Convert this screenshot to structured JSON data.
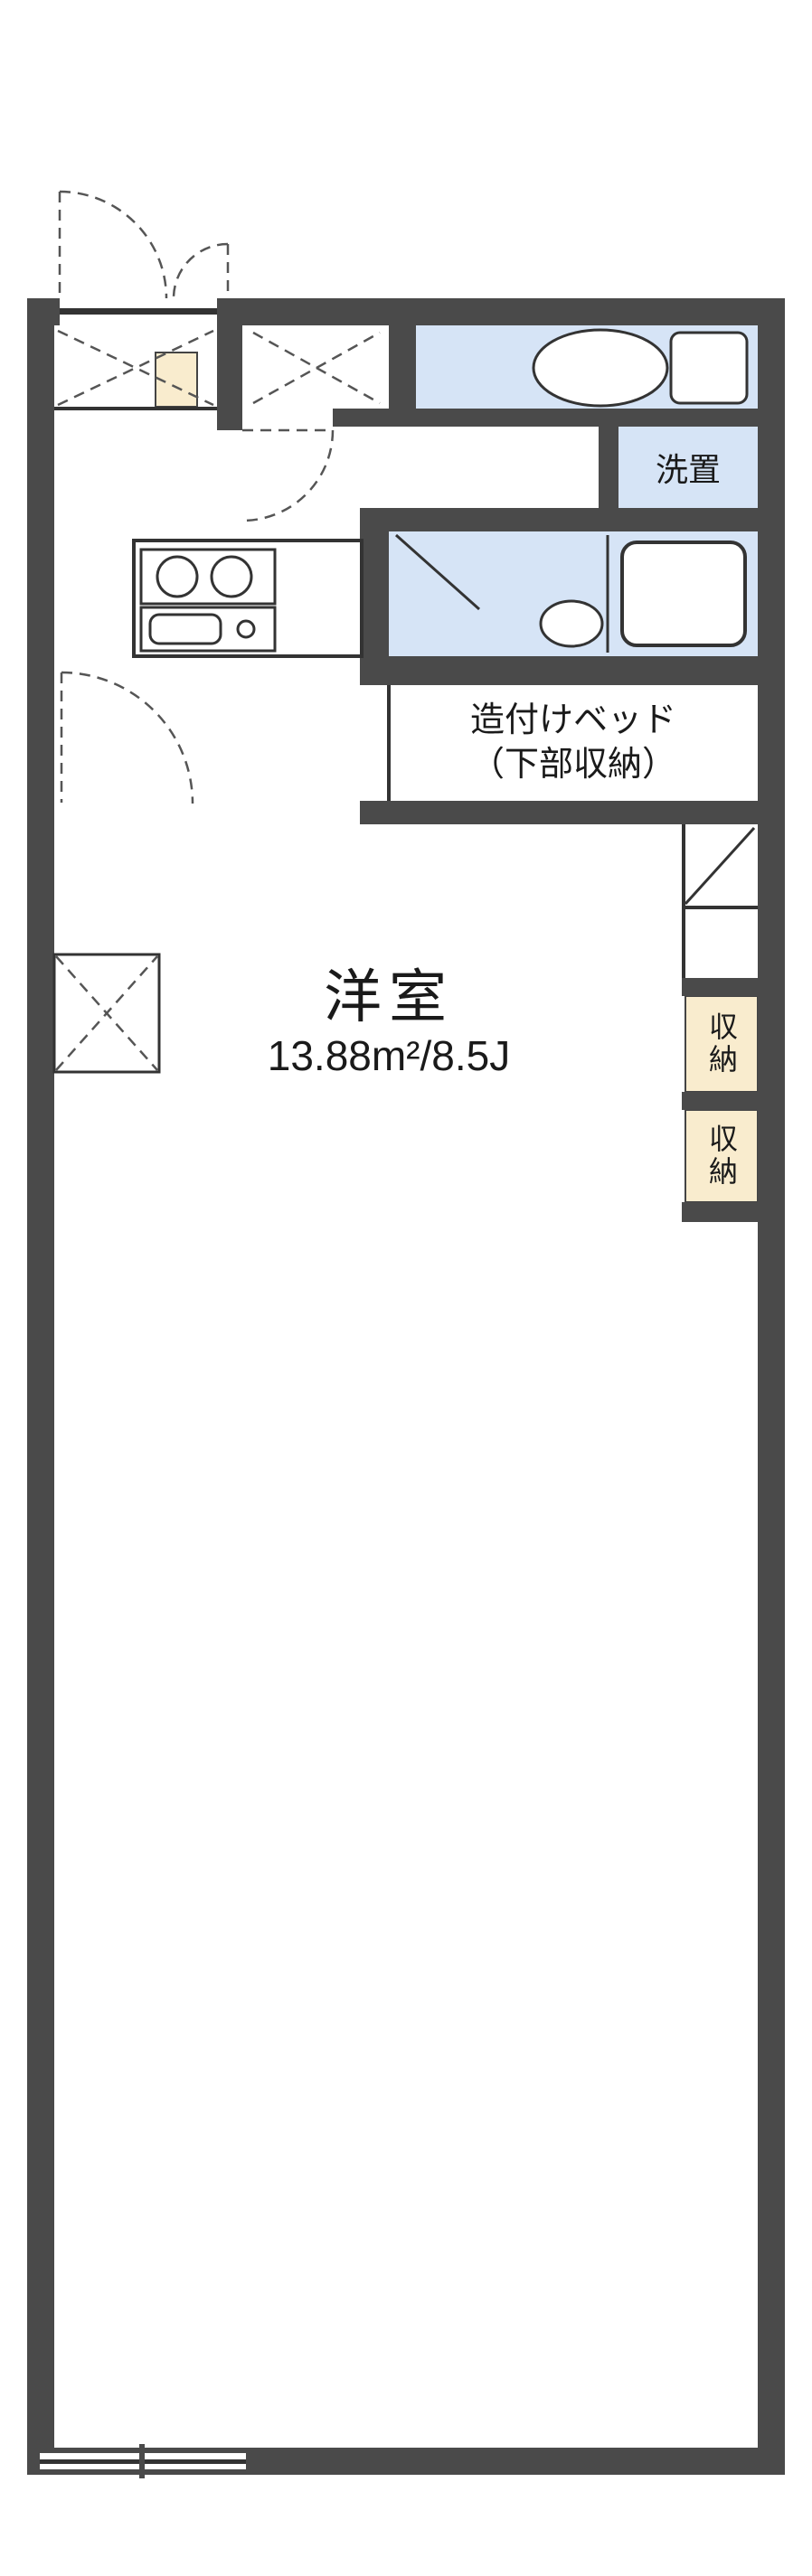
{
  "colors": {
    "wall": "#4a4a4a",
    "wet_area": "#d6e4f6",
    "storage_fill": "#f9ecce",
    "line": "#333333",
    "dashed_line": "#555555",
    "background": "#ffffff"
  },
  "labels": {
    "washer_room": "洗置",
    "built_in_bed_line1": "造付けベッド",
    "built_in_bed_line2": "（下部収納）",
    "main_room_name": "洋室",
    "main_room_size": "13.88m²/8.5J",
    "storage_upper": "収納",
    "storage_lower": "収納"
  },
  "icons": {
    "toilet": "toilet-icon",
    "bathtub": "bathtub-icon",
    "washbasin": "washbasin-icon",
    "stove_burners": "stove-burners-icon",
    "kitchen_sink": "kitchen-sink-icon",
    "door_swing_arcs": "door-swing-arc-icon",
    "window": "window-icon"
  }
}
